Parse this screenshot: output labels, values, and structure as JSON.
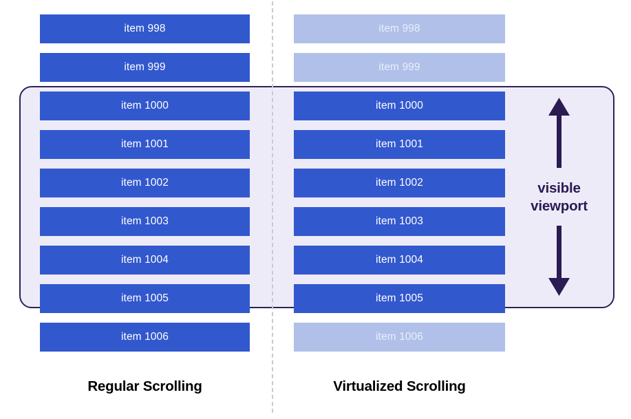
{
  "diagram": {
    "title_left": "Regular Scrolling",
    "title_right": "Virtualized Scrolling",
    "annotation": {
      "line1": "visible",
      "line2": "viewport",
      "up_arrow": "arrow-up-icon",
      "down_arrow": "arrow-down-icon"
    },
    "colors": {
      "bar_solid": "#3258ce",
      "bar_faded": "#b0c0e8",
      "bar_solid_text": "#ffffff",
      "bar_faded_text": "#e9eefb",
      "viewport_fill": "#eeebf8",
      "viewport_border": "#2e2258",
      "divider": "#c9c9cf",
      "caption_text": "#000000",
      "annotation_text": "#2a1b52"
    },
    "columns": [
      {
        "name": "regular-scrolling",
        "caption": "Regular Scrolling",
        "items": [
          {
            "label": "item 998",
            "state": "solid",
            "in_viewport": false
          },
          {
            "label": "item 999",
            "state": "solid",
            "in_viewport": false
          },
          {
            "label": "item 1000",
            "state": "solid",
            "in_viewport": true
          },
          {
            "label": "item 1001",
            "state": "solid",
            "in_viewport": true
          },
          {
            "label": "item 1002",
            "state": "solid",
            "in_viewport": true
          },
          {
            "label": "item 1003",
            "state": "solid",
            "in_viewport": true
          },
          {
            "label": "item 1004",
            "state": "solid",
            "in_viewport": true
          },
          {
            "label": "item 1005",
            "state": "solid",
            "in_viewport": true
          },
          {
            "label": "item 1006",
            "state": "solid",
            "in_viewport": false
          }
        ]
      },
      {
        "name": "virtualized-scrolling",
        "caption": "Virtualized Scrolling",
        "items": [
          {
            "label": "item 998",
            "state": "faded",
            "in_viewport": false
          },
          {
            "label": "item 999",
            "state": "faded",
            "in_viewport": false
          },
          {
            "label": "item 1000",
            "state": "solid",
            "in_viewport": true
          },
          {
            "label": "item 1001",
            "state": "solid",
            "in_viewport": true
          },
          {
            "label": "item 1002",
            "state": "solid",
            "in_viewport": true
          },
          {
            "label": "item 1003",
            "state": "solid",
            "in_viewport": true
          },
          {
            "label": "item 1004",
            "state": "solid",
            "in_viewport": true
          },
          {
            "label": "item 1005",
            "state": "solid",
            "in_viewport": true
          },
          {
            "label": "item 1006",
            "state": "faded",
            "in_viewport": false
          }
        ]
      }
    ]
  }
}
